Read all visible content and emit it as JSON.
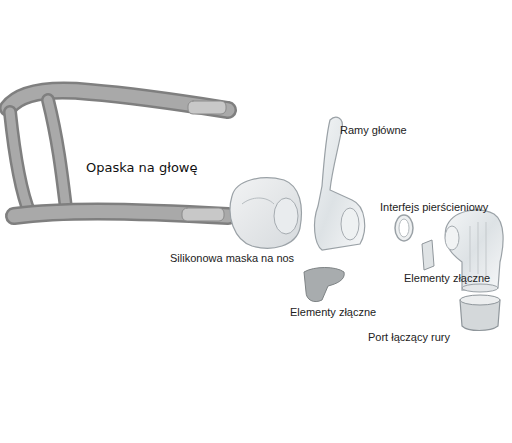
{
  "diagram": {
    "labels": [
      "Ramy główne",
      "Opaska na głowę",
      "Interfejs pierścieniowy",
      "Silikonowa maska na nos",
      "Elementy złączne",
      "Elementy złączne",
      "Port łączący rury"
    ]
  }
}
